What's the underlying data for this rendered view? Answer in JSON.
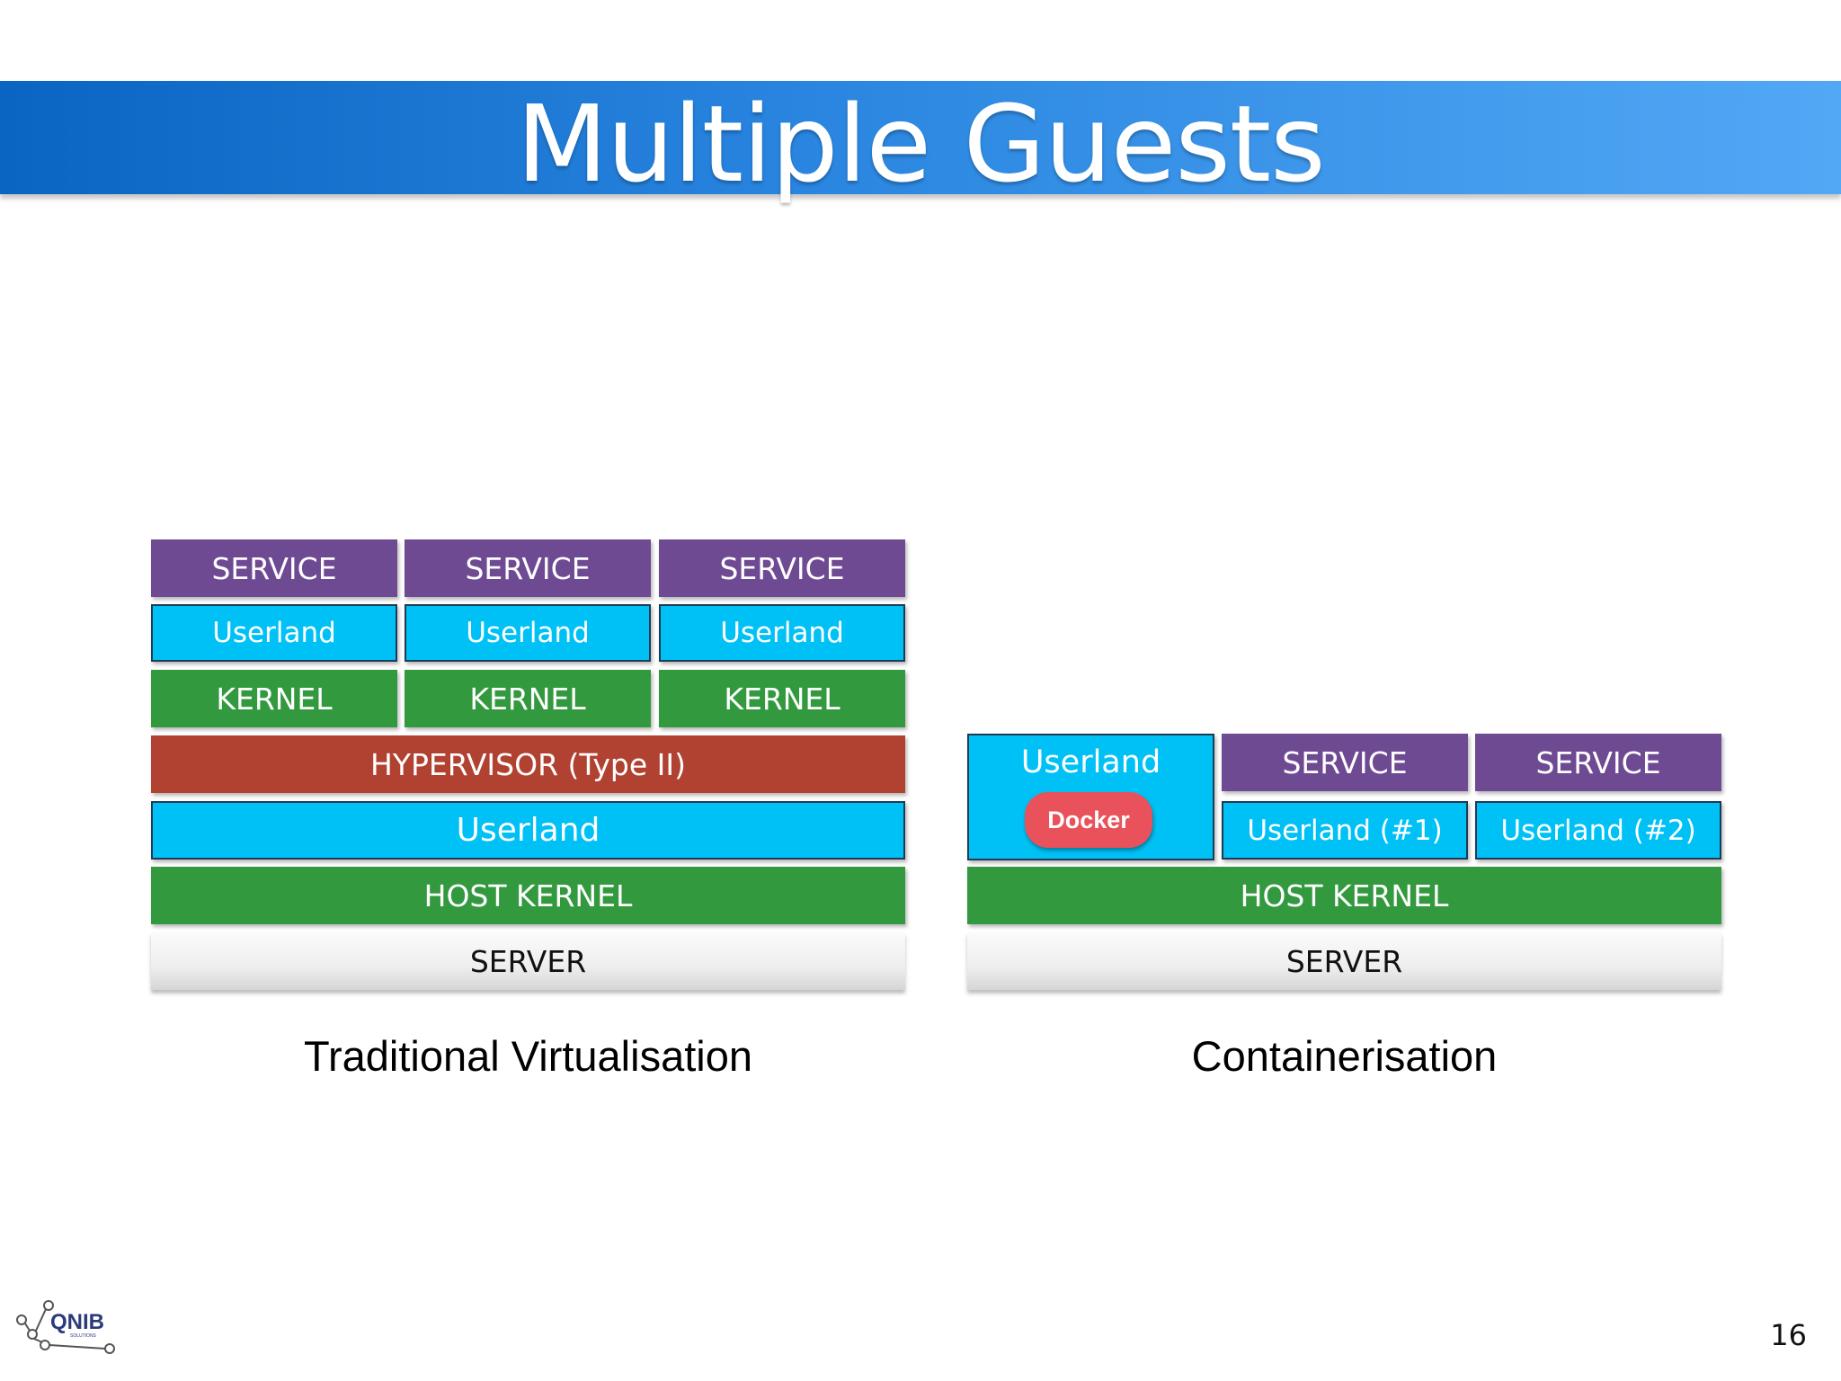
{
  "slide": {
    "title": "Multiple Guests",
    "page_number": "16"
  },
  "traditional": {
    "caption": "Traditional Virtualisation",
    "guests": [
      {
        "service": "SERVICE",
        "userland": "Userland",
        "kernel": "KERNEL"
      },
      {
        "service": "SERVICE",
        "userland": "Userland",
        "kernel": "KERNEL"
      },
      {
        "service": "SERVICE",
        "userland": "Userland",
        "kernel": "KERNEL"
      }
    ],
    "hypervisor": "HYPERVISOR (Type II)",
    "userland": "Userland",
    "host_kernel": "HOST KERNEL",
    "server": "SERVER"
  },
  "containerisation": {
    "caption": "Containerisation",
    "docker_userland": "Userland",
    "docker_label": "Docker",
    "containers": [
      {
        "service": "SERVICE",
        "userland": "Userland (#1)"
      },
      {
        "service": "SERVICE",
        "userland": "Userland (#2)"
      }
    ],
    "host_kernel": "HOST KERNEL",
    "server": "SERVER"
  },
  "logo": {
    "text": "QNIB",
    "subtext": "SOLUTIONS"
  },
  "colors": {
    "title_bar_start": "#0a64c2",
    "title_bar_end": "#52a8f5",
    "service": "#6e4a93",
    "userland": "#00c1f5",
    "kernel": "#33993f",
    "hypervisor": "#b14232",
    "docker": "#e9525a",
    "server": "#eeeeee"
  }
}
